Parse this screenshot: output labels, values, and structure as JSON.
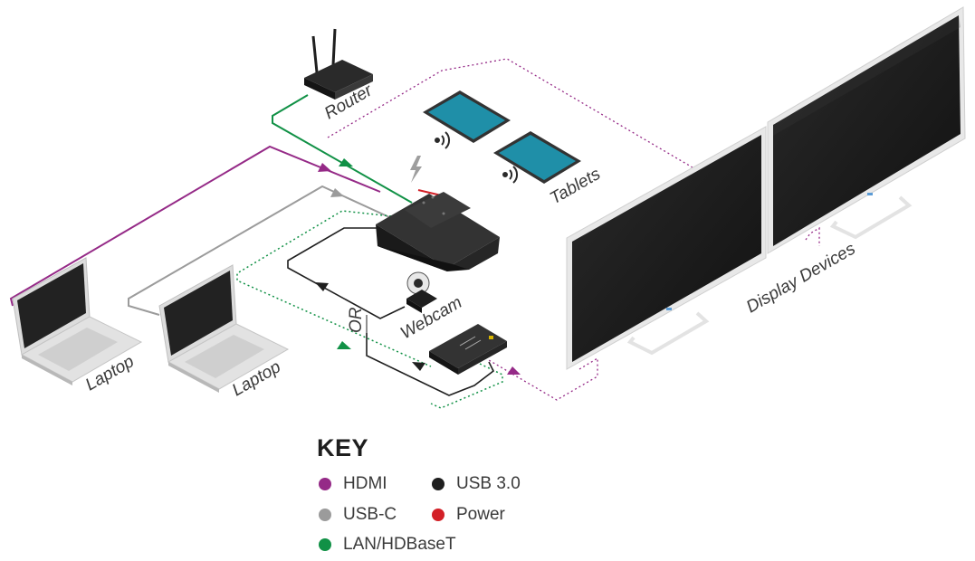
{
  "labels": {
    "router": "Router",
    "tablets": "Tablets",
    "webcam": "Webcam",
    "or": "OR",
    "laptop_1": "Laptop",
    "laptop_2": "Laptop",
    "display_devices": "Display Devices"
  },
  "key": {
    "title": "KEY",
    "items": [
      {
        "label": "HDMI",
        "color": "#952a87"
      },
      {
        "label": "USB-C",
        "color": "#9b9b9b"
      },
      {
        "label": "LAN/HDBaseT",
        "color": "#119146"
      },
      {
        "label": "USB 3.0",
        "color": "#1f1f1f"
      },
      {
        "label": "Power",
        "color": "#d32027"
      }
    ]
  },
  "colors": {
    "hdmi": "#952a87",
    "usbc": "#9b9b9b",
    "lan": "#119146",
    "usb3": "#1f1f1f",
    "power": "#d32027",
    "tablet_screen": "#1f8fa8",
    "screen": "#232323"
  }
}
